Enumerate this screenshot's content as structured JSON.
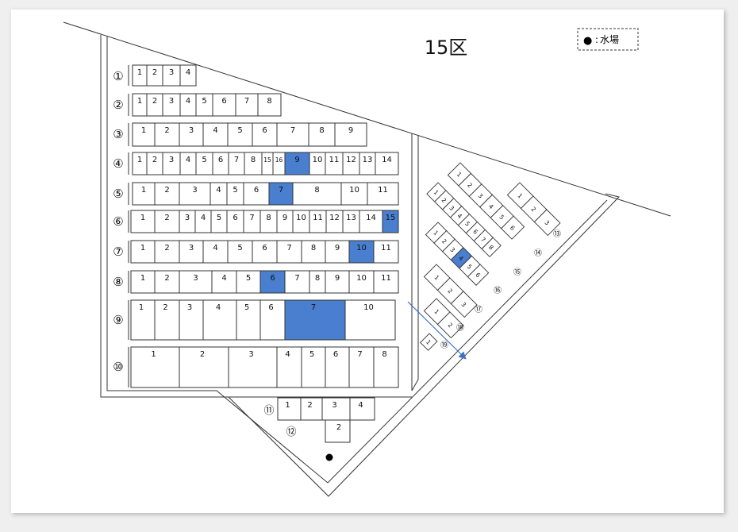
{
  "title": "15区",
  "legend": {
    "symbol": "●",
    "separator": ":",
    "label": "水場"
  },
  "colors": {
    "highlight": "#4a7fd0",
    "line": "#222222",
    "paper": "#ffffff"
  },
  "rows": [
    {
      "label": "①",
      "plots": [
        "1",
        "2",
        "3",
        "4"
      ],
      "highlight": []
    },
    {
      "label": "②",
      "plots": [
        "1",
        "2",
        "3",
        "4",
        "5",
        "6",
        "7",
        "8"
      ],
      "highlight": []
    },
    {
      "label": "③",
      "plots": [
        "1",
        "2",
        "3",
        "4",
        "5",
        "6",
        "7",
        "8",
        "9"
      ],
      "highlight": []
    },
    {
      "label": "④",
      "plots": [
        "1",
        "2",
        "3",
        "4",
        "5",
        "6",
        "7",
        "8",
        "15",
        "16",
        "9",
        "10",
        "11",
        "12",
        "13",
        "14"
      ],
      "highlight": [
        "9"
      ]
    },
    {
      "label": "⑤",
      "plots": [
        "1",
        "2",
        "3",
        "4",
        "5",
        "6",
        "7",
        "8",
        "10",
        "11"
      ],
      "highlight": [
        "7"
      ]
    },
    {
      "label": "⑥",
      "plots": [
        "1",
        "2",
        "3",
        "4",
        "5",
        "6",
        "7",
        "8",
        "9",
        "10",
        "11",
        "12",
        "13",
        "14",
        "15"
      ],
      "highlight": [
        "15"
      ]
    },
    {
      "label": "⑦",
      "plots": [
        "1",
        "2",
        "3",
        "4",
        "5",
        "6",
        "7",
        "8",
        "9",
        "10",
        "11"
      ],
      "highlight": [
        "10"
      ]
    },
    {
      "label": "⑧",
      "plots": [
        "1",
        "2",
        "3",
        "4",
        "5",
        "6",
        "7",
        "8",
        "9",
        "10",
        "11"
      ],
      "highlight": [
        "6"
      ]
    },
    {
      "label": "⑨",
      "plots": [
        "1",
        "2",
        "3",
        "4",
        "5",
        "6",
        "7",
        "10"
      ],
      "highlight": [
        "7"
      ]
    },
    {
      "label": "⑩",
      "plots": [
        "1",
        "2",
        "3",
        "4",
        "5",
        "6",
        "7",
        "8"
      ],
      "highlight": []
    }
  ],
  "lower_rows": [
    {
      "label": "⑪",
      "plots": [
        "1",
        "2",
        "3",
        "4"
      ]
    },
    {
      "label": "⑫",
      "plots": [
        "2"
      ]
    }
  ],
  "diagonal_rows": [
    {
      "label": "⑬",
      "plots": [
        "1",
        "2",
        "3"
      ],
      "highlight": []
    },
    {
      "label": "⑭",
      "plots": [
        "1",
        "2",
        "3",
        "4",
        "5",
        "6"
      ],
      "highlight": []
    },
    {
      "label": "⑮",
      "plots": [
        "1",
        "2",
        "3",
        "4",
        "5",
        "6",
        "7",
        "8"
      ],
      "highlight": []
    },
    {
      "label": "⑯",
      "plots": [
        "1",
        "2",
        "3",
        "4",
        "5",
        "6"
      ],
      "highlight": [
        "4"
      ]
    },
    {
      "label": "⑰",
      "plots": [
        "1",
        "2",
        "3"
      ],
      "highlight": []
    },
    {
      "label": "⑱",
      "plots": [
        "1",
        "2"
      ],
      "highlight": []
    },
    {
      "label": "⑲",
      "plots": [
        "1"
      ],
      "highlight": []
    }
  ]
}
